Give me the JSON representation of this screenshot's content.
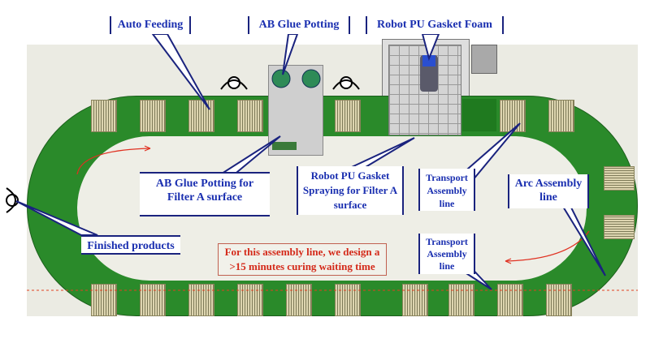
{
  "labels": {
    "auto_feeding": "Auto Feeding",
    "ab_glue_potting": "AB Glue Potting",
    "robot_pu_gasket_foam": "Robot PU Gasket Foam",
    "ab_glue_filter_a": "AB Glue Potting for Filter A surface",
    "robot_pu_spray_filter_a": "Robot PU Gasket Spraying for Filter A surface",
    "transport_line_1": "Transport Assembly line",
    "arc_assembly_line": "Arc Assembly line",
    "finished_products": "Finished products",
    "transport_line_2": "Transport Assembly line"
  },
  "note": "For this assembly line, we design a >15 minutes curing waiting time",
  "colors": {
    "conveyor": "#2a8a2a",
    "label_text": "#1a2fb0",
    "note_text": "#d42a1a",
    "flow_arrow": "#e03020"
  }
}
